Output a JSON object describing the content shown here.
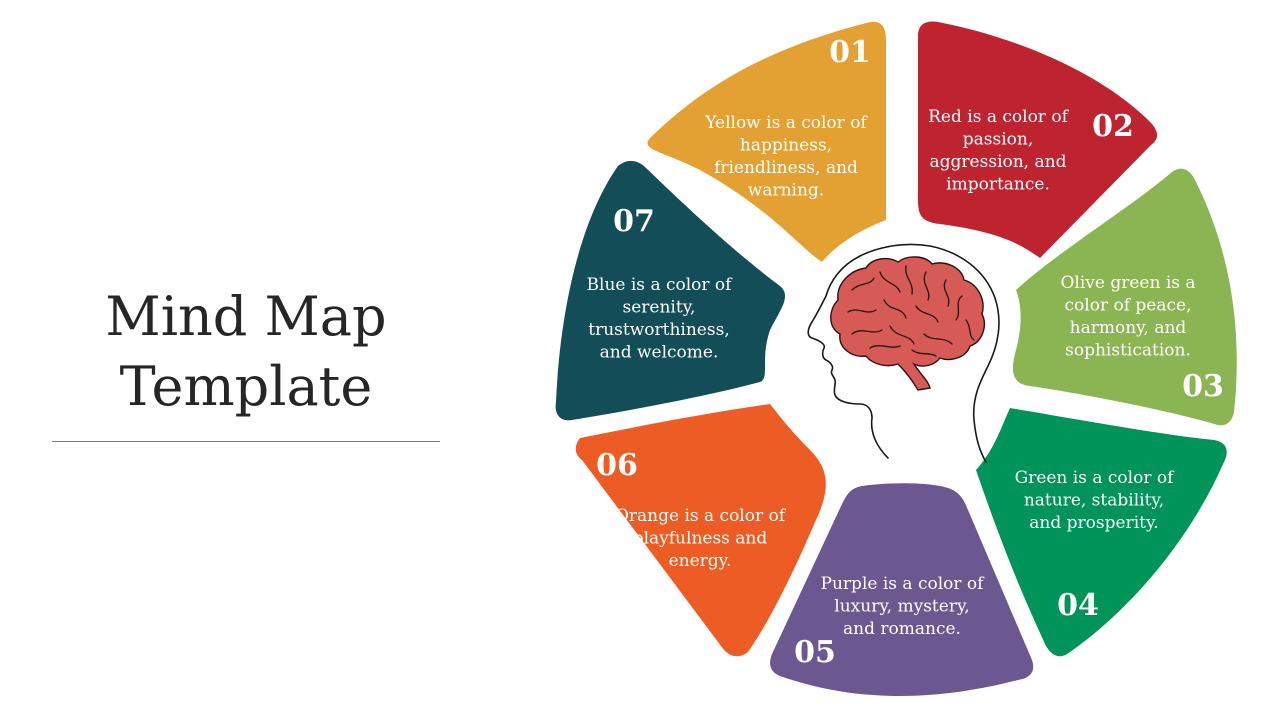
{
  "slide": {
    "title": "Mind Map\nTemplate"
  },
  "segments": [
    {
      "number": "01",
      "color": "#E3A033",
      "lines": [
        "Yellow is a color of",
        "happiness,",
        "friendliness, and",
        "warning."
      ]
    },
    {
      "number": "02",
      "color": "#BE2430",
      "lines": [
        "Red is a color of",
        "passion,",
        "aggression, and",
        "importance."
      ]
    },
    {
      "number": "03",
      "color": "#8BB553",
      "lines": [
        "Olive green is a",
        "color of peace,",
        "harmony, and",
        "sophistication."
      ]
    },
    {
      "number": "04",
      "color": "#00935A",
      "lines": [
        "Green is a color of",
        "nature, stability,",
        "and prosperity."
      ]
    },
    {
      "number": "05",
      "color": "#6C5891",
      "lines": [
        "Purple is a color of",
        "luxury, mystery,",
        "and romance."
      ]
    },
    {
      "number": "06",
      "color": "#EC5C24",
      "lines": [
        "Orange is a color of",
        "playfulness and",
        "energy."
      ]
    },
    {
      "number": "07",
      "color": "#134D57",
      "lines": [
        "Blue is a color of",
        "serenity,",
        "trustworthiness,",
        "and welcome."
      ]
    }
  ],
  "center": {
    "icon": "brain-head-icon",
    "brain_color": "#D65A55"
  }
}
